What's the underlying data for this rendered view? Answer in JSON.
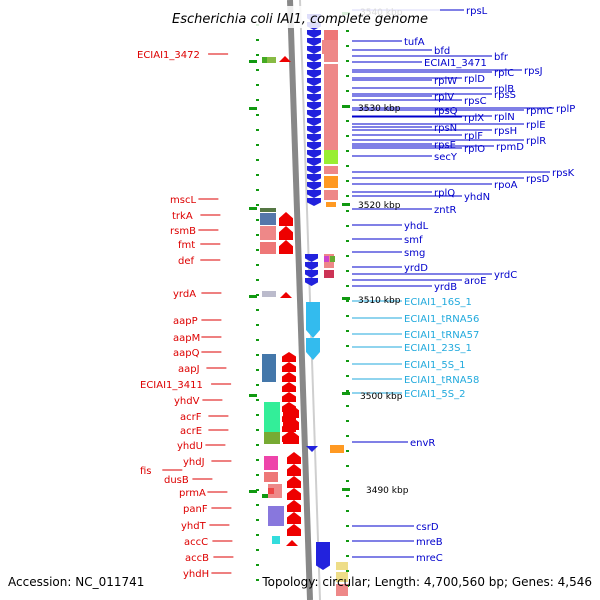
{
  "title": "Escherichia coli IAI1, complete genome",
  "footer": {
    "accession": "Accession: NC_011741",
    "topology": "Topology: circular; Length: 4,700,560 bp; Genes: 4,546"
  },
  "scale_ticks": [
    "3540 kbp",
    "3530 kbp",
    "3520 kbp",
    "3510 kbp",
    "3500 kbp",
    "3490 kbp"
  ],
  "left_labels": [
    "ECIAI1_3472",
    "mscL",
    "trkA",
    "rsmB",
    "fmt",
    "def",
    "yrdA",
    "aapP",
    "aapM",
    "aapQ",
    "aapJ",
    "ECIAI1_3411",
    "yhdV",
    "acrF",
    "acrE",
    "yhdU",
    "yhdJ",
    "fis",
    "dusB",
    "prmA",
    "panF",
    "yhdT",
    "accC",
    "accB",
    "yhdH"
  ],
  "right_labels": [
    {
      "t": "rpsL",
      "c": "blue"
    },
    {
      "t": "tufA",
      "c": "blue"
    },
    {
      "t": "bfd",
      "c": "blue"
    },
    {
      "t": "bfr",
      "c": "blue"
    },
    {
      "t": "ECIAI1_3471",
      "c": "blue"
    },
    {
      "t": "rpsJ",
      "c": "blue"
    },
    {
      "t": "rplC",
      "c": "blue"
    },
    {
      "t": "rplW",
      "c": "blue"
    },
    {
      "t": "rplD",
      "c": "blue"
    },
    {
      "t": "rplB",
      "c": "blue"
    },
    {
      "t": "rplV",
      "c": "blue"
    },
    {
      "t": "rpsS",
      "c": "blue"
    },
    {
      "t": "rpsC",
      "c": "blue"
    },
    {
      "t": "rplP",
      "c": "blue"
    },
    {
      "t": "rpsQ",
      "c": "blue"
    },
    {
      "t": "rpmC",
      "c": "blue"
    },
    {
      "t": "rplX",
      "c": "blue"
    },
    {
      "t": "rplN",
      "c": "blue"
    },
    {
      "t": "rplE",
      "c": "blue"
    },
    {
      "t": "rpsN",
      "c": "blue"
    },
    {
      "t": "rpsH",
      "c": "blue"
    },
    {
      "t": "rplF",
      "c": "blue"
    },
    {
      "t": "rplR",
      "c": "blue"
    },
    {
      "t": "rpsE",
      "c": "blue"
    },
    {
      "t": "rplO",
      "c": "blue"
    },
    {
      "t": "rpmD",
      "c": "blue"
    },
    {
      "t": "secY",
      "c": "blue"
    },
    {
      "t": "rpsK",
      "c": "blue"
    },
    {
      "t": "rpsD",
      "c": "blue"
    },
    {
      "t": "rpoA",
      "c": "blue"
    },
    {
      "t": "rplQ",
      "c": "blue"
    },
    {
      "t": "yhdN",
      "c": "blue"
    },
    {
      "t": "zntR",
      "c": "blue"
    },
    {
      "t": "yhdL",
      "c": "blue"
    },
    {
      "t": "smf",
      "c": "blue"
    },
    {
      "t": "smg",
      "c": "blue"
    },
    {
      "t": "yrdD",
      "c": "blue"
    },
    {
      "t": "yrdC",
      "c": "blue"
    },
    {
      "t": "aroE",
      "c": "blue"
    },
    {
      "t": "yrdB",
      "c": "blue"
    },
    {
      "t": "ECIAI1_16S_1",
      "c": "cyan"
    },
    {
      "t": "ECIAI1_tRNA56",
      "c": "cyan"
    },
    {
      "t": "ECIAI1_tRNA57",
      "c": "cyan"
    },
    {
      "t": "ECIAI1_23S_1",
      "c": "cyan"
    },
    {
      "t": "ECIAI1_5S_1",
      "c": "cyan"
    },
    {
      "t": "ECIAI1_tRNA58",
      "c": "cyan"
    },
    {
      "t": "ECIAI1_5S_2",
      "c": "cyan"
    },
    {
      "t": "envR",
      "c": "blue"
    },
    {
      "t": "csrD",
      "c": "blue"
    },
    {
      "t": "mreB",
      "c": "blue"
    },
    {
      "t": "mreC",
      "c": "blue"
    }
  ],
  "colors": {
    "forward_strand": "#ff0000",
    "reverse_strand": "#0000dd",
    "rrna": "#33bbee",
    "backbone": "#888888",
    "left_label": "#dd0000",
    "right_label": "#0000cc",
    "rna_label": "#22aadd"
  }
}
